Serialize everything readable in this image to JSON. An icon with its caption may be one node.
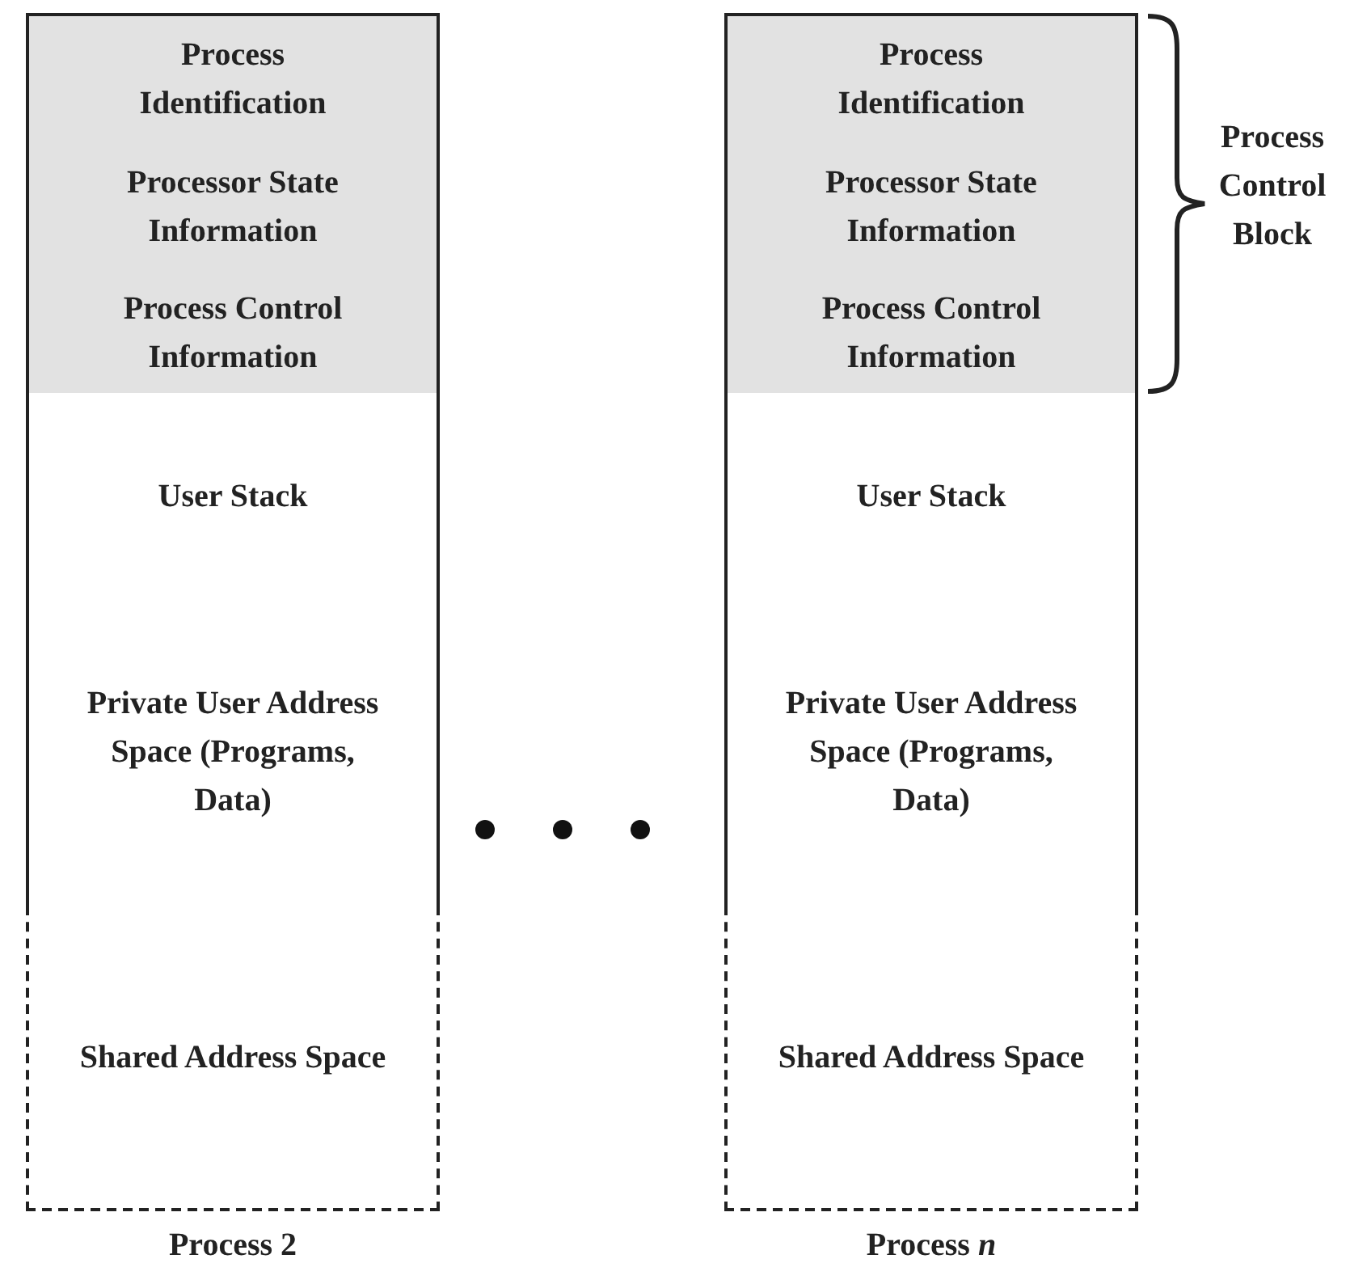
{
  "diagram": {
    "nodes": [
      {
        "text": [
          "Process Identification"
        ]
      },
      {
        "text": [
          "Processor State Information"
        ]
      },
      {
        "text": [
          "Process Control Information"
        ]
      },
      {
        "text": [
          "User Stack"
        ]
      },
      {
        "text": [
          "Private User Address Space (Programs, Data)"
        ]
      },
      {
        "text": [
          "Shared Address Space"
        ]
      },
      {
        "text": [
          "Process Identification"
        ]
      },
      {
        "text": [
          "Processor State Information"
        ]
      },
      {
        "text": [
          "Process Control Information"
        ]
      },
      {
        "text": [
          "User Stack"
        ]
      },
      {
        "text": [
          "Private User Address Space (Programs, Data)"
        ]
      },
      {
        "text": [
          "Shared Address Space"
        ]
      }
    ],
    "labels": [
      "Process Control Block",
      "Process 2",
      "Process *n*"
    ]
  }
}
